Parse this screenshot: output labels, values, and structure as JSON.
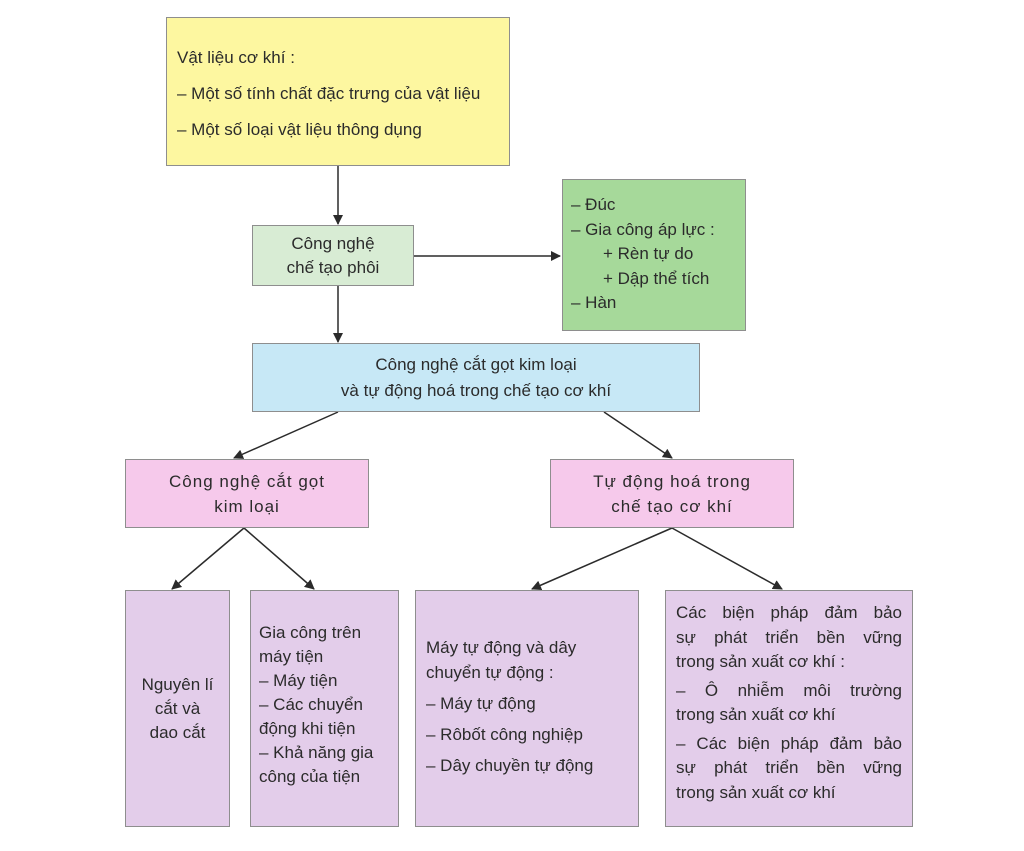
{
  "materials": {
    "title": "Vật liệu cơ khí :",
    "items": [
      "– Một số tính chất đặc trưng của vật liệu",
      "– Một số loại vật liệu thông dụng"
    ]
  },
  "blank_tech": {
    "lines": [
      "Công nghệ",
      "chế tạo phôi"
    ]
  },
  "blank_methods": {
    "lines": [
      "– Đúc",
      "– Gia công áp lực :",
      "+ Rèn tự do",
      "+ Dập thể tích",
      "– Hàn"
    ]
  },
  "cutting_automation": {
    "lines": [
      "Công nghệ cắt gọt kim loại",
      "và tự động hoá trong chế tạo cơ khí"
    ]
  },
  "cutting": {
    "lines": [
      "Công nghệ cắt gọt",
      "kim loại"
    ]
  },
  "automation": {
    "lines": [
      "Tự động hoá trong",
      "chế tạo cơ khí"
    ]
  },
  "principle": {
    "lines": [
      "Nguyên lí",
      "cắt và",
      "dao cắt"
    ]
  },
  "lathe": {
    "lines": [
      "Gia công trên",
      "máy tiện",
      "– Máy tiện",
      "– Các chuyển",
      "động khi tiện",
      "– Khả năng gia",
      "công của tiện"
    ]
  },
  "auto_machines": {
    "lines": [
      "Máy tự động và dây",
      "chuyển tự động :",
      "– Máy tự động",
      "– Rôbốt công nghiệp",
      "– Dây chuyền tự động"
    ]
  },
  "sustainability": {
    "lines": [
      "Các biện pháp đảm bảo",
      "sự phát triển bền vững",
      "trong sản xuất cơ khí :",
      "– Ô nhiễm môi trường",
      "trong sản xuất cơ khí",
      "– Các biện pháp đảm bảo",
      "sự phát triển bền vững",
      "trong sản xuất cơ khí"
    ]
  }
}
